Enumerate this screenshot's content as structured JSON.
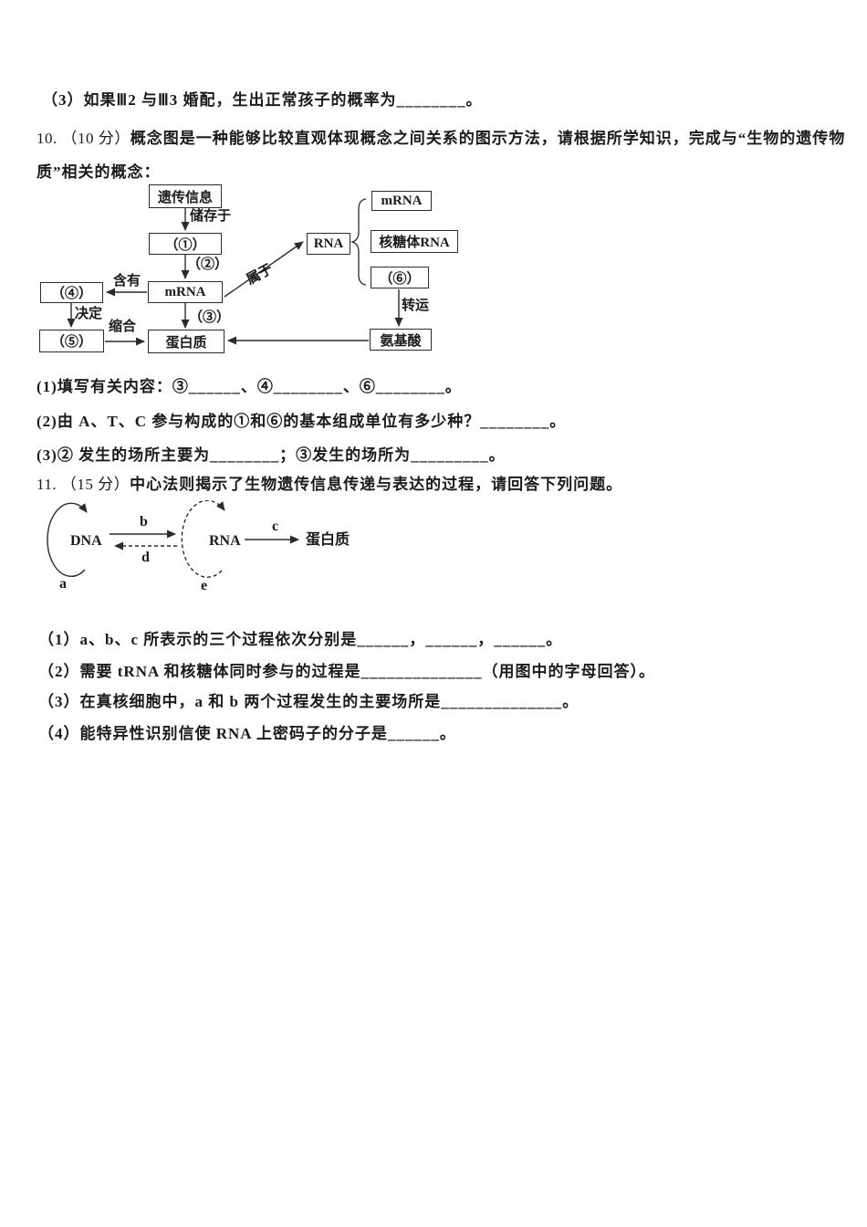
{
  "doc": {
    "q9_sub3": "（3）如果Ⅲ2 与Ⅲ3 婚配，生出正常孩子的概率为________。",
    "q10": {
      "num_score": "10. （10 分）",
      "stem_line1": "概念图是一种能够比较直观体现概念之间关系的图示方法，请根据所学知识，完成与“生物的遗传物",
      "stem_line2": "质”相关的概念：",
      "sub1": "(1)填写有关内容：③______、④________、⑥________。",
      "sub2": "(2)由 A、T、C 参与构成的①和⑥的基本组成单位有多少种？________。",
      "sub3": "(3)② 发生的场所主要为________；③发生的场所为_________。",
      "diagram": {
        "genetic_info": "遗传信息",
        "stored_in": "储存于",
        "blank1": "（①）",
        "step2": "（②）",
        "mrna": "mRNA",
        "contains": "含有",
        "blank4": "（④）",
        "determines": "决定",
        "blank5": "（⑤）",
        "condense": "缩合",
        "protein": "蛋白质",
        "step3": "（③）",
        "belongs_to": "属于",
        "rna": "RNA",
        "mrna2": "mRNA",
        "ribosomal_rna": "核糖体RNA",
        "blank6": "（⑥）",
        "transport": "转运",
        "amino_acid": "氨基酸"
      }
    },
    "q11": {
      "num_score": "11. （15 分）",
      "stem": "中心法则揭示了生物遗传信息传递与表达的过程，请回答下列问题。",
      "sub1": "（1）a、b、c 所表示的三个过程依次分别是______，______，______。",
      "sub2": "（2）需要 tRNA 和核糖体同时参与的过程是______________（用图中的字母回答）。",
      "sub3": "（3）在真核细胞中，a 和 b 两个过程发生的主要场所是______________。",
      "sub4": "（4）能特异性识别信使 RNA 上密码子的分子是______。",
      "diagram": {
        "dna": "DNA",
        "rna": "RNA",
        "protein": "蛋白质",
        "label_a": "a",
        "label_b": "b",
        "label_c": "c",
        "label_d": "d",
        "label_e": "e"
      }
    }
  }
}
